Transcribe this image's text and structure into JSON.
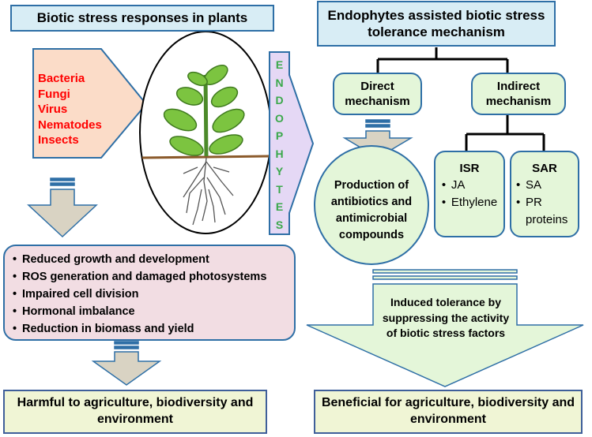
{
  "left_title": "Biotic stress responses in plants",
  "right_title": "Endophytes assisted biotic stress tolerance mechanism",
  "stressors": [
    "Bacteria",
    "Fungi",
    "Virus",
    "Nematodes",
    "Insects"
  ],
  "endophytes_letters": [
    "E",
    "N",
    "D",
    "O",
    "P",
    "H",
    "Y",
    "T",
    "E",
    "S"
  ],
  "direct": "Direct mechanism",
  "indirect": "Indirect mechanism",
  "production": "Production of antibiotics and antimicrobial compounds",
  "isr": {
    "title": "ISR",
    "items": [
      "JA",
      "Ethylene"
    ]
  },
  "sar": {
    "title": "SAR",
    "items": [
      "SA",
      "PR proteins"
    ]
  },
  "effects": [
    "Reduced growth and development",
    "ROS generation and damaged photosystems",
    "Impaired cell division",
    "Hormonal imbalance",
    "Reduction in biomass and yield"
  ],
  "induced": "Induced tolerance by suppressing the activity of biotic stress factors",
  "harmful": "Harmful to agriculture, biodiversity and environment",
  "beneficial": "Beneficial for agriculture, biodiversity and environment",
  "colors": {
    "stressor_text": "#ff0000",
    "endophyte_text": "#3aa84a",
    "title_fill": "#d8edf5",
    "green_fill": "#e4f6d9",
    "pink_fill": "#f2dde3",
    "arrow_fill": "#d9d3c3"
  }
}
